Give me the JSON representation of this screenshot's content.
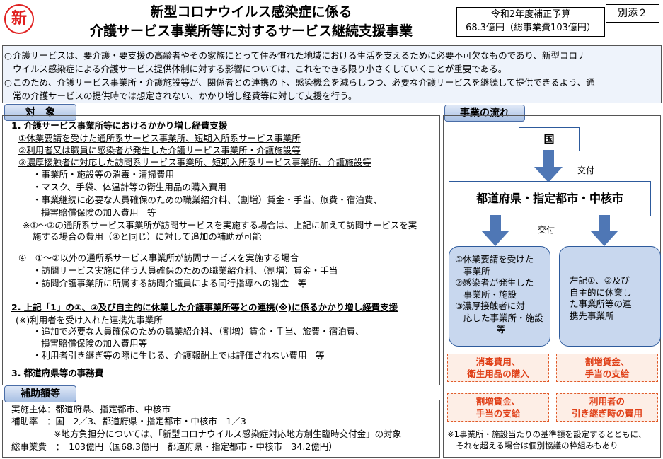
{
  "header": {
    "new_badge": "新",
    "title_line1": "新型コロナウイルス感染症に係る",
    "title_line2": "介護サービス事業所等に対するサービス継続支援事業",
    "budget_line1": "令和2年度補正予算",
    "budget_line2": "68.3億円（総事業費103億円）",
    "attachment_label": "別添２"
  },
  "intro": {
    "bullet": "○",
    "para1": "介護サービスは、要介護・要支援の高齢者やその家族にとって住み慣れた地域における生活を支えるために必要不可欠なものであり、新型コロナウイルス感染症による介護サービス提供体制に対する影響については、これをできる限り小さくしていくことが重要である。",
    "para1_line1": "介護サービスは、要介護・要支援の高齢者やその家族にとって住み慣れた地域における生活を支えるために必要不可欠なものであり、新型コロナ",
    "para1_line2": "ウイルス感染症による介護サービス提供体制に対する影響については、これをできる限り小さくしていくことが重要である。",
    "para2_line1": "このため、介護サービス事業所・介護施設等が、関係者との連携の下、感染機会を減らしつつ、必要な介護サービスを継続して提供できるよう、通",
    "para2_line2": "常の介護サービスの提供時では想定されない、かかり増し経費等に対して支援を行う。"
  },
  "target": {
    "tab_label": "対　象",
    "s1_heading": "1. 介護サービス事業所等におけるかかり増し経費支援",
    "s1_item1": "①休業要請を受けた通所系サービス事業所、短期入所系サービス事業所",
    "s1_item2": "②利用者又は職員に感染者が発生した介護サービス事業所・介護施設等",
    "s1_item3": "③濃厚接触者に対応した訪問系サービス事業所、短期入所系サービス事業所、介護施設等",
    "s1_sub1": "・事業所・施設等の消毒・清掃費用",
    "s1_sub2": "・マスク、手袋、体温計等の衛生用品の購入費用",
    "s1_sub3": "・事業継続に必要な人員確保のための職業紹介料、（割増）賃金・手当、旅費・宿泊費、",
    "s1_sub3b": "損害賠償保険の加入費用　等",
    "s1_note_line1": "※①～②の通所系サービス事業所が訪問サービスを実施する場合は、上記に加えて訪問サービスを実",
    "s1_note_line2": "施する場合の費用（④と同じ）に対して追加の補助が可能",
    "s1_item4_num": "④",
    "s1_item4": "①～②以外の通所系サービス事業所が訪問サービスを実施する場合",
    "s1_item4_sub1": "・訪問サービス実施に伴う人員確保のための職業紹介料、（割増）賃金・手当",
    "s1_item4_sub2": "・訪問介護事業所に所属する訪問介護員による同行指導への謝金　等",
    "s2_heading": "2. 上記「1」の①、②及び自主的に休業した介護事業所等との連携(※)に係るかかり増し経費支援",
    "s2_note": "(※)利用者を受け入れた連携先事業所",
    "s2_sub1": "・追加で必要な人員確保のための職業紹介料、（割増）賃金・手当、旅費・宿泊費、",
    "s2_sub1b": "損害賠償保険の加入費用等",
    "s2_sub2": "・利用者引き継ぎ等の際に生じる、介護報酬上では評価されない費用　等",
    "s3_heading": "3. 都道府県等の事務費"
  },
  "support": {
    "tab_label": "補助額等",
    "line1": "実施主体：都道府県、指定都市、中核市",
    "line2": "補助率　：国　2／3、都道府県・指定都市・中核市　1／3",
    "line3": "※地方負担分については、「新型コロナウイルス感染症対応地方創生臨時交付金」の対象",
    "line4": "総事業費　：　103億円（国68.3億円　都道府県・指定都市・中核市　34.2億円）"
  },
  "flow": {
    "tab_label": "事業の流れ",
    "national": "国",
    "grant1": "交付",
    "prefecture": "都道府県・指定都市・中核市",
    "grant2": "交付",
    "left_card": [
      "①休業要請を受けた",
      "事業所",
      "②感染者が発生した",
      "事業所・施設",
      "③濃厚接触者に対",
      "応した事業所・施設",
      "等"
    ],
    "right_card": [
      "左記①、②及び",
      "自主的に休業し",
      "た事業所等の連",
      "携先事業所"
    ],
    "cost1": [
      "消毒費用、",
      "衛生用品の購入"
    ],
    "cost2": [
      "割増賃金、",
      "手当の支給"
    ],
    "cost3": [
      "割増賃金、",
      "手当の支給"
    ],
    "cost4": [
      "利用者の",
      "引き継ぎ時の費用"
    ],
    "footnote_line1": "※1事業所・施設当たりの基準額を設定するとともに、",
    "footnote_line2": "それを超える場合は個別協議の枠組みもあり"
  },
  "colors": {
    "tab_gradient_top": "#dfe8f7",
    "tab_gradient_bottom": "#a7bfe3",
    "arrow_blue": "#4f77b5",
    "card_blue": "#c8d7ee",
    "cost_text": "#e04018",
    "cost_bg": "#fdeee6",
    "badge_red": "#e02020"
  }
}
